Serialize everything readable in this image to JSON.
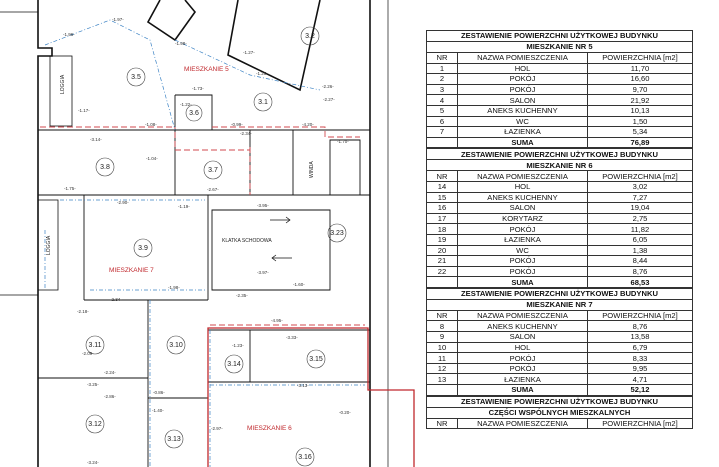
{
  "plan": {
    "apartments": [
      "MIESZKANIE 5",
      "MIESZKANIE 7",
      "MIESZKANIE 6"
    ],
    "rooms": [
      "3.2",
      "3.5",
      "3.1",
      "3.6",
      "3.7",
      "3.8",
      "3.9",
      "3.23",
      "3.11",
      "3.10",
      "3.14",
      "3.15",
      "3.12",
      "3.13",
      "3.16"
    ],
    "labels": {
      "loggia_top": "LOGGIA",
      "loggia_mid": "LOGGIA",
      "winda": "WINDA",
      "klatka": "KLATKA SCHODOWA"
    },
    "dims": [
      "-1.97-",
      "-1.98-",
      "-1.96-",
      "-1.27-",
      "-1.73-",
      "-1.25-",
      "-2.26-",
      "-2.27-",
      "-1.22-",
      "-1.17-",
      "-1.08-",
      "-0.99-",
      "-4.20-",
      "-1.70-",
      "-3.14-",
      "-1.04-",
      "-2.67-",
      "-1.75-",
      "-2.34-",
      "-2.90-",
      "-1.19-",
      "-3.95-",
      "-3.97-",
      "-1.98-",
      "-2.35-",
      "-1.60-",
      "-2.34-",
      "-2.18-",
      "-2.09-",
      "-4.95-",
      "-3.33-",
      "-2.24-",
      "-3.25-",
      "-1.23-",
      "-0.86-",
      "-1.40-",
      "-3.13-",
      "-2.86-",
      "-3.24-",
      "-2.97-",
      "-0.20-"
    ]
  },
  "tables": [
    {
      "title1": "ZESTAWIENIE POWIERZCHNI UŻYTKOWEJ BUDYNKU",
      "title2": "MIESZKANIE NR 5",
      "header": [
        "NR",
        "NAZWA POMIESZCZENIA",
        "POWIERZCHNIA [m2]"
      ],
      "rows": [
        [
          "1",
          "HOL",
          "11,70"
        ],
        [
          "2",
          "POKÓJ",
          "16,60"
        ],
        [
          "3",
          "POKÓJ",
          "9,70"
        ],
        [
          "4",
          "SALON",
          "21,92"
        ],
        [
          "5",
          "ANEKS KUCHENNY",
          "10,13"
        ],
        [
          "6",
          "WC",
          "1,50"
        ],
        [
          "7",
          "ŁAZIENKA",
          "5,34"
        ]
      ],
      "sum_label": "SUMA",
      "sum_value": "76,89"
    },
    {
      "title1": "ZESTAWIENIE POWIERZCHNI UŻYTKOWEJ BUDYNKU",
      "title2": "MIESZKANIE NR 6",
      "header": [
        "NR",
        "NAZWA POMIESZCZENIA",
        "POWIERZCHNIA [m2]"
      ],
      "rows": [
        [
          "14",
          "HOL",
          "3,02"
        ],
        [
          "15",
          "ANEKS KUCHENNY",
          "7,27"
        ],
        [
          "16",
          "SALON",
          "19,04"
        ],
        [
          "17",
          "KORYTARZ",
          "2,75"
        ],
        [
          "18",
          "POKÓJ",
          "11,82"
        ],
        [
          "19",
          "ŁAZIENKA",
          "6,05"
        ],
        [
          "20",
          "WC",
          "1,38"
        ],
        [
          "21",
          "POKÓJ",
          "8,44"
        ],
        [
          "22",
          "POKÓJ",
          "8,76"
        ]
      ],
      "sum_label": "SUMA",
      "sum_value": "68,53"
    },
    {
      "title1": "ZESTAWIENIE POWIERZCHNI UŻYTKOWEJ BUDYNKU",
      "title2": "MIESZKANIE NR 7",
      "header": [
        "NR",
        "NAZWA POMIESZCZENIA",
        "POWIERZCHNIA [m2]"
      ],
      "rows": [
        [
          "8",
          "ANEKS KUCHENNY",
          "8,76"
        ],
        [
          "9",
          "SALON",
          "13,58"
        ],
        [
          "10",
          "HOL",
          "6,79"
        ],
        [
          "11",
          "POKÓJ",
          "8,33"
        ],
        [
          "12",
          "POKÓJ",
          "9,95"
        ],
        [
          "13",
          "ŁAZIENKA",
          "4,71"
        ]
      ],
      "sum_label": "SUMA",
      "sum_value": "52,12"
    },
    {
      "title1": "ZESTAWIENIE POWIERZCHNI UŻYTKOWEJ BUDYNKU",
      "title2": "CZĘŚCI WSPÓLNYCH MIESZKALNYCH",
      "header": [
        "NR",
        "NAZWA POMIESZCZENIA",
        "POWIERZCHNIA [m2]"
      ],
      "rows": [],
      "sum_label": "",
      "sum_value": ""
    }
  ]
}
